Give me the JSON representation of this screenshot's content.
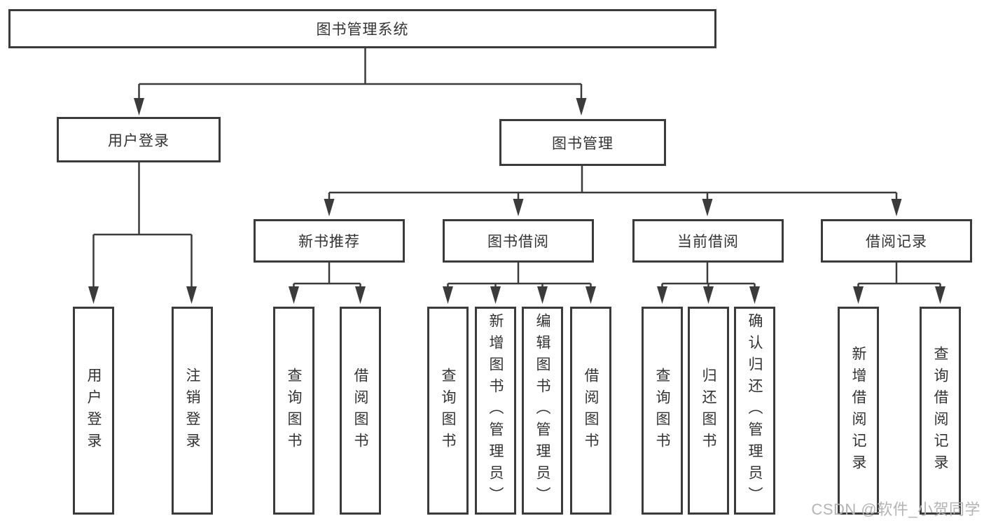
{
  "diagram": {
    "root": {
      "label": "图书管理系统"
    },
    "level2": {
      "user_login": {
        "label": "用户登录"
      },
      "book_mgmt": {
        "label": "图书管理"
      }
    },
    "level3": {
      "new_book_rec": {
        "label": "新书推荐"
      },
      "book_borrow": {
        "label": "图书借阅"
      },
      "current_borrow": {
        "label": "当前借阅"
      },
      "borrow_records": {
        "label": "借阅记录"
      }
    },
    "leaves": {
      "user_login": [
        "用户登录",
        "注销登录"
      ],
      "new_book_rec": [
        "查询图书",
        "借阅图书"
      ],
      "book_borrow": [
        "查询图书",
        "新增图书（管理员）",
        "编辑图书（管理员）",
        "借阅图书"
      ],
      "current_borrow": [
        "查询图书",
        "归还图书",
        "确认归还（管理员）"
      ],
      "borrow_records": [
        "新增借阅记录",
        "查询借阅记录"
      ]
    }
  },
  "watermark": {
    "text": "CSDN @软件_小贺同学"
  },
  "colors": {
    "border": "#3b3b3b",
    "line": "#3b3b3b",
    "text": "#333333",
    "watermark": "#b4b4b4",
    "background": "#ffffff"
  }
}
